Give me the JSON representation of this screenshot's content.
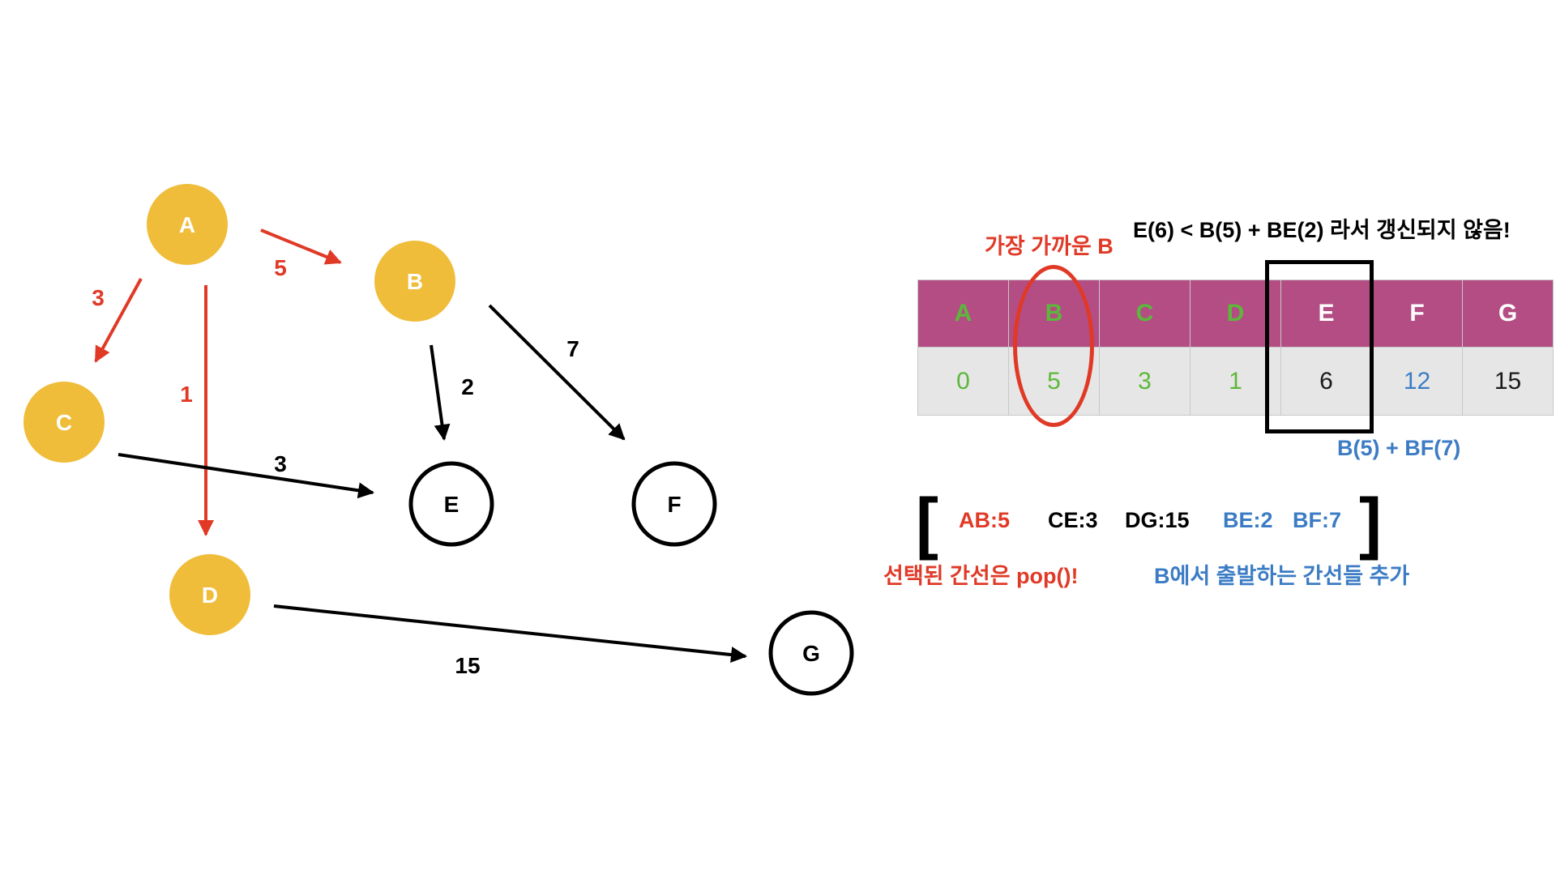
{
  "graph": {
    "nodes": [
      {
        "id": "A",
        "label": "A",
        "state": "visited"
      },
      {
        "id": "B",
        "label": "B",
        "state": "visited"
      },
      {
        "id": "C",
        "label": "C",
        "state": "visited"
      },
      {
        "id": "D",
        "label": "D",
        "state": "visited"
      },
      {
        "id": "E",
        "label": "E",
        "state": "unvisited"
      },
      {
        "id": "F",
        "label": "F",
        "state": "unvisited"
      },
      {
        "id": "G",
        "label": "G",
        "state": "unvisited"
      }
    ],
    "edges": [
      {
        "from": "A",
        "to": "B",
        "weight": "5",
        "color": "red"
      },
      {
        "from": "A",
        "to": "C",
        "weight": "3",
        "color": "red"
      },
      {
        "from": "A",
        "to": "D",
        "weight": "1",
        "color": "red"
      },
      {
        "from": "B",
        "to": "E",
        "weight": "2",
        "color": "black"
      },
      {
        "from": "B",
        "to": "F",
        "weight": "7",
        "color": "black"
      },
      {
        "from": "C",
        "to": "E",
        "weight": "3",
        "color": "black"
      },
      {
        "from": "D",
        "to": "G",
        "weight": "15",
        "color": "black"
      }
    ]
  },
  "annotations": {
    "nearest": "가장 가까운 B",
    "no_update": "E(6) < B(5) + BE(2) 라서 갱신되지 않음!",
    "bf_sum": "B(5) + BF(7)",
    "popped_note": "선택된 간선은 pop()!",
    "added_note": "B에서 출발하는 간선들 추가"
  },
  "dist_table": {
    "headers": [
      "A",
      "B",
      "C",
      "D",
      "E",
      "F",
      "G"
    ],
    "values": [
      "0",
      "5",
      "3",
      "1",
      "6",
      "12",
      "15"
    ]
  },
  "queue": {
    "open": "[",
    "close": "]",
    "items": [
      "AB:5",
      "CE:3",
      "DG:15",
      "BE:2",
      "BF:7"
    ]
  },
  "colors": {
    "visited_node": "#f0bd3a",
    "unvisited_node_stroke": "#000000",
    "red": "#e03a27",
    "blue": "#3c7cc4",
    "green": "#5cb83a",
    "table_header": "#b34d84",
    "table_body": "#e6e6e6"
  }
}
